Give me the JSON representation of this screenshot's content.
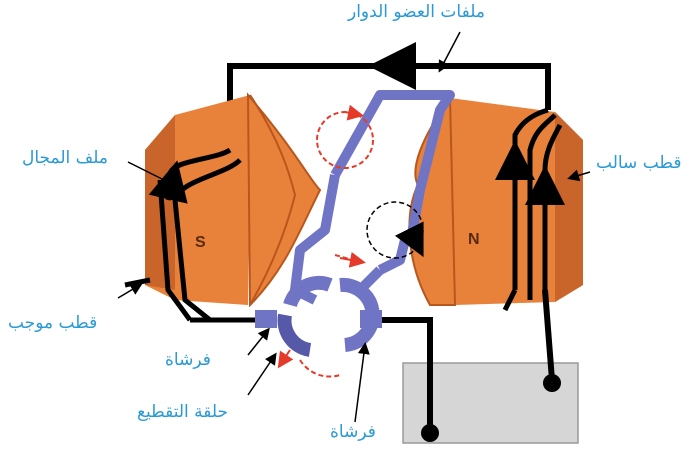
{
  "labels": {
    "rotor_coils": "ملفات العضو الدوار",
    "field_coil": "ملف المجال",
    "negative_pole": "قطب سالب",
    "positive_pole": "قطب موجب",
    "brush_left": "فرشاة",
    "commutator": "حلقة التقطيع",
    "brush_bottom": "فرشاة"
  },
  "pole_letters": {
    "south": "S",
    "north": "N"
  },
  "colors": {
    "label": "#2a9ad6",
    "magnet": "#e8823a",
    "magnet_dark": "#b9561d",
    "armature": "#6f74c4",
    "wire": "#000000",
    "arrow_red": "#e53a2a",
    "battery": "#d6d6d6"
  }
}
